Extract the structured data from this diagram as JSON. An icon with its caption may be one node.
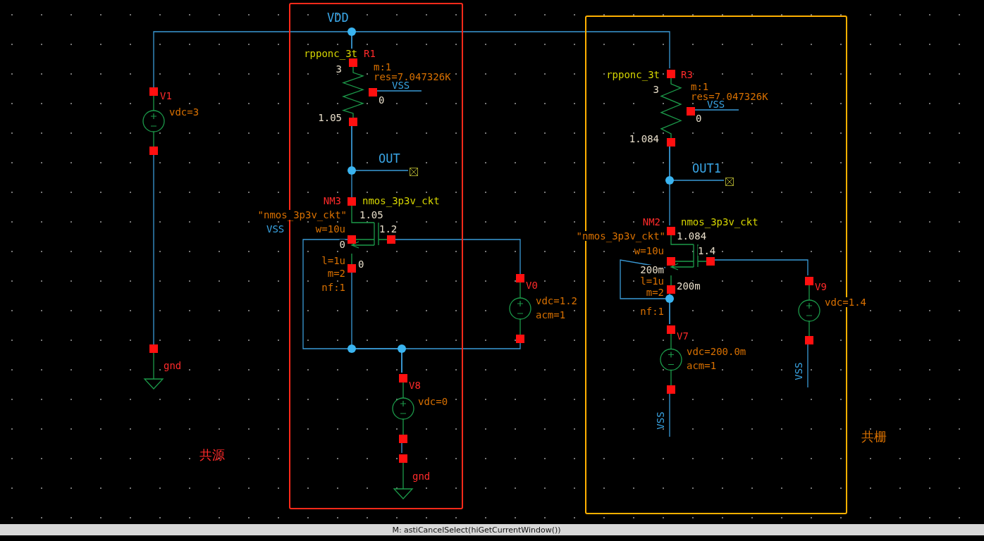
{
  "diagram": {
    "nodes": [
      {
        "text": [],
        "shape": "box"
      },
      {
        "text": [],
        "shape": "box"
      },
      {
        "text": [
          "V1",
          "vdc=3"
        ]
      },
      {
        "text": [
          "gnd"
        ]
      },
      {
        "text": [
          "rpponc_3t",
          "R1",
          "m:1",
          "res=7.047326K",
          "3",
          "1.05",
          "0"
        ],
        "in": 0
      },
      {
        "text": [
          "OUT"
        ],
        "in": 0
      },
      {
        "text": [
          "NM3",
          "nmos_3p3v_ckt",
          "\"nmos_3p3v_ckt\"",
          "w=10u",
          "l=1u",
          "m=2",
          "nf:1",
          "1.05",
          "1.2",
          "0",
          "0"
        ]
      },
      {
        "text": [
          "V0",
          "vdc=1.2",
          "acm=1"
        ]
      },
      {
        "text": [
          "V8",
          "vdc=0"
        ],
        "in": 0
      },
      {
        "text": [
          "gnd"
        ],
        "in": 0
      },
      {
        "text": [
          "rpponc_3t",
          "R3",
          "m:1",
          "res=7.047326K",
          "3",
          "1.084",
          "0"
        ],
        "in": 1
      },
      {
        "text": [
          "OUT1"
        ],
        "in": 1
      },
      {
        "text": [
          "NM2",
          "nmos_3p3v_ckt",
          "\"nmos_3p3v_ckt\"",
          "w=10u",
          "l=1u",
          "m=2",
          "nf:1",
          "1.084",
          "1.4",
          "200m",
          "200m"
        ],
        "in": 1
      },
      {
        "text": [
          "V9",
          "vdc=1.4"
        ],
        "in": 1
      },
      {
        "text": [
          "V7",
          "vdc=200.0m",
          "acm=1"
        ],
        "in": 1
      }
    ],
    "edges": [
      {
        "from": 2,
        "to": 4,
        "arrow": "none"
      },
      {
        "from": 4,
        "to": 10,
        "arrow": "none"
      },
      {
        "from": 2,
        "to": 3,
        "arrow": "none"
      },
      {
        "from": 4,
        "to": 6,
        "arrow": "none"
      },
      {
        "from": 4,
        "to": 5,
        "arrow": "none"
      },
      {
        "from": 6,
        "to": 7,
        "arrow": "none"
      },
      {
        "from": 6,
        "to": 8,
        "arrow": "none"
      },
      {
        "from": 6,
        "to": 8,
        "arrow": "none"
      },
      {
        "from": 7,
        "to": 8,
        "arrow": "none"
      },
      {
        "from": 8,
        "to": 9,
        "arrow": "none"
      },
      {
        "from": 10,
        "to": 12,
        "arrow": "none"
      },
      {
        "from": 10,
        "to": 11,
        "arrow": "none"
      },
      {
        "from": 12,
        "to": 13,
        "arrow": "none"
      },
      {
        "from": 12,
        "to": 14,
        "arrow": "none"
      },
      {
        "from": 12,
        "to": 14,
        "arrow": "none"
      },
      {
        "from": 4,
        "to": null,
        "arrow": "none",
        "label": "VSS"
      },
      {
        "from": 10,
        "to": null,
        "arrow": "none",
        "label": "VSS"
      },
      {
        "from": 14,
        "to": null,
        "arrow": "none",
        "label": "VSS"
      },
      {
        "from": 13,
        "to": null,
        "arrow": "none",
        "label": "VSS"
      }
    ],
    "labels": [
      "VDD",
      "VSS",
      "共源",
      "共栅",
      "M: astiCancelSelect(hiGetCurrentWindow())"
    ]
  }
}
